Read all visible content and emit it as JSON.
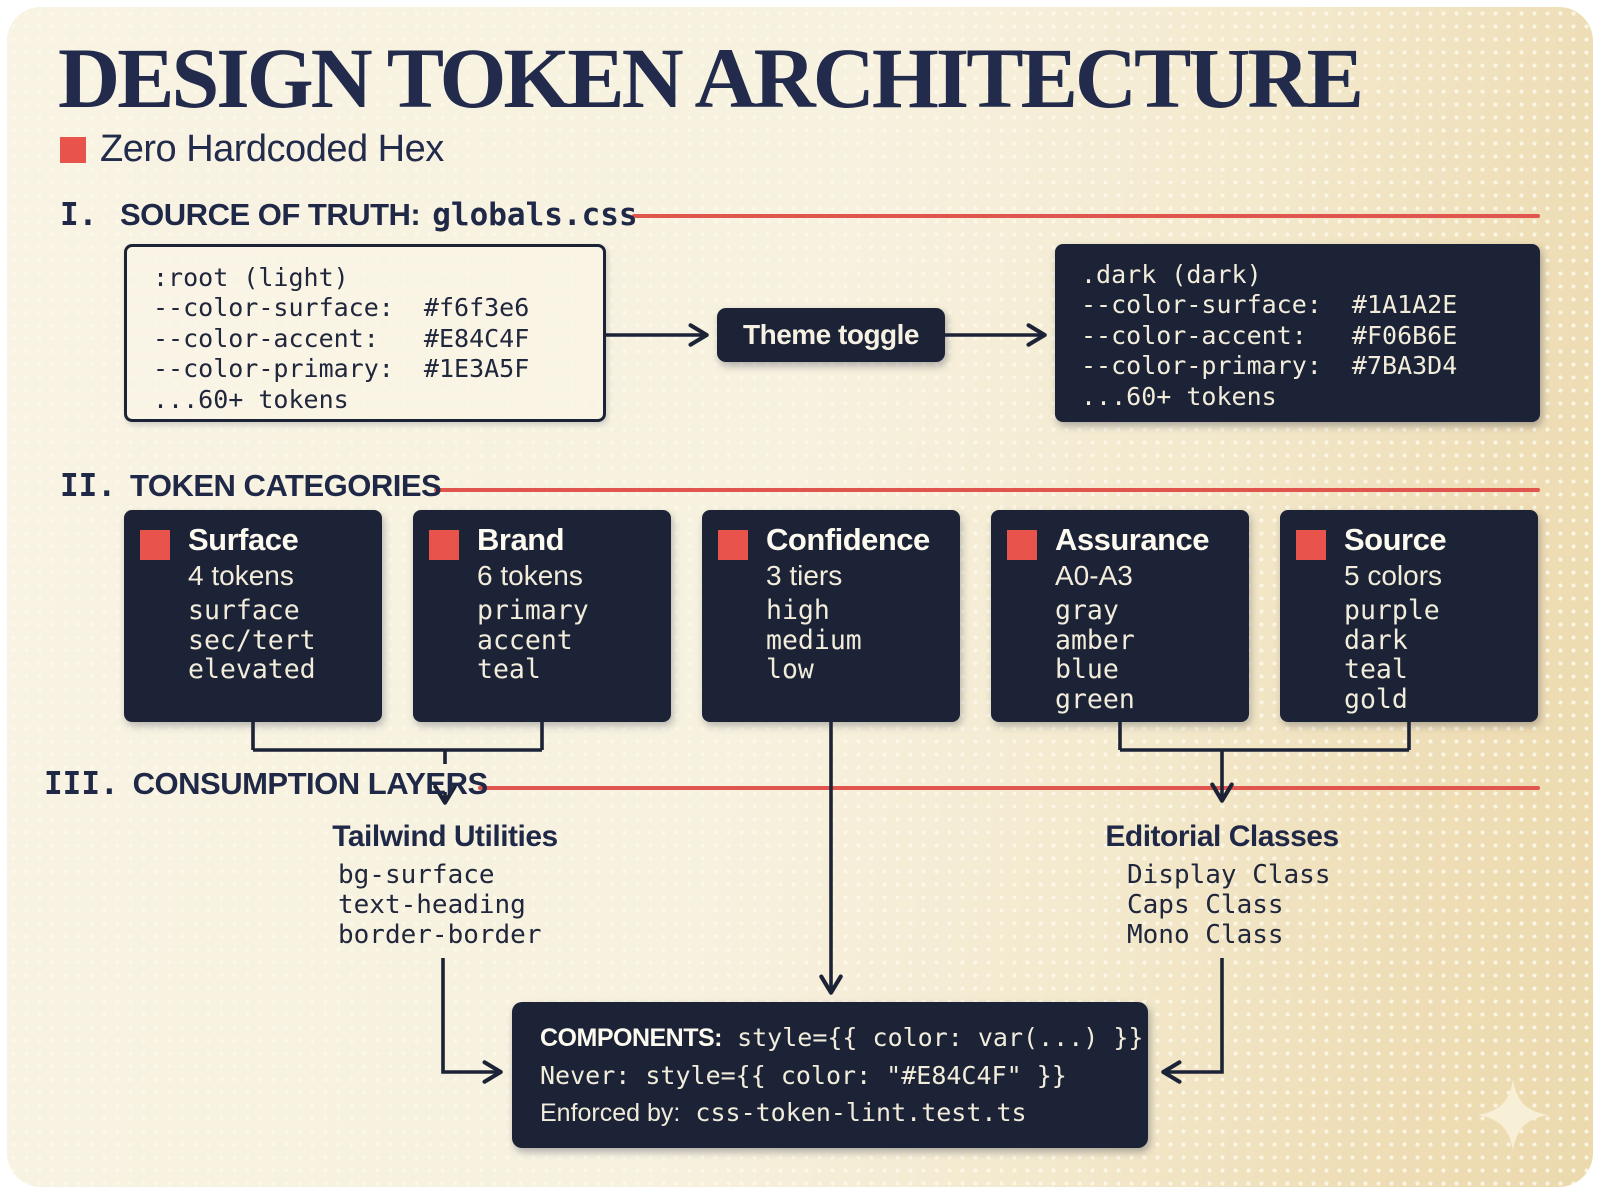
{
  "page": {
    "title": "DESIGN TOKEN ARCHITECTURE",
    "subtitle": "Zero Hardcoded Hex"
  },
  "colors": {
    "accent_red": "#E84C4F",
    "line_red": "#E0564E",
    "navy_box": "#1C2337",
    "cream_surface": "#f6f3e6"
  },
  "sections": {
    "one": {
      "numeral": "I.",
      "label": "SOURCE OF TRUTH:",
      "code": "globals.css"
    },
    "two": {
      "numeral": "II.",
      "label": "TOKEN CATEGORIES"
    },
    "three": {
      "numeral": "III.",
      "label": "CONSUMPTION LAYERS"
    }
  },
  "source_of_truth": {
    "light_box": {
      "line0": ":root (light)",
      "line1": "--color-surface:  #f6f3e6",
      "line2": "--color-accent:   #E84C4F",
      "line3": "--color-primary:  #1E3A5F",
      "line4": "...60+ tokens"
    },
    "toggle_label": "Theme toggle",
    "dark_box": {
      "line0": ".dark (dark)",
      "line1": "--color-surface:  #1A1A2E",
      "line2": "--color-accent:   #F06B6E",
      "line3": "--color-primary:  #7BA3D4",
      "line4": "...60+ tokens"
    }
  },
  "categories": [
    {
      "title": "Surface",
      "subtitle": "4 tokens",
      "items": [
        "surface",
        "sec/tert",
        "elevated"
      ]
    },
    {
      "title": "Brand",
      "subtitle": "6 tokens",
      "items": [
        "primary",
        "accent",
        "teal"
      ]
    },
    {
      "title": "Confidence",
      "subtitle": "3 tiers",
      "items": [
        "high",
        "medium",
        "low"
      ]
    },
    {
      "title": "Assurance",
      "subtitle": "A0-A3",
      "items": [
        "gray",
        "amber",
        "blue",
        "green"
      ]
    },
    {
      "title": "Source",
      "subtitle": "5 colors",
      "items": [
        "purple",
        "dark",
        "teal",
        "gold"
      ]
    }
  ],
  "consumption": {
    "tailwind": {
      "title": "Tailwind Utilities",
      "items": [
        "bg-surface",
        "text-heading",
        "border-border"
      ]
    },
    "editorial": {
      "title": "Editorial Classes",
      "items": [
        "Display Class",
        "Caps Class",
        "Mono Class"
      ]
    },
    "components": {
      "label": "COMPONENTS:",
      "line1_code": "style={{ color: var(...) }}",
      "line2": "Never: style={{ color: \"#E84C4F\" }}",
      "line3_label": "Enforced by:",
      "line3_code": "css-token-lint.test.ts"
    }
  }
}
